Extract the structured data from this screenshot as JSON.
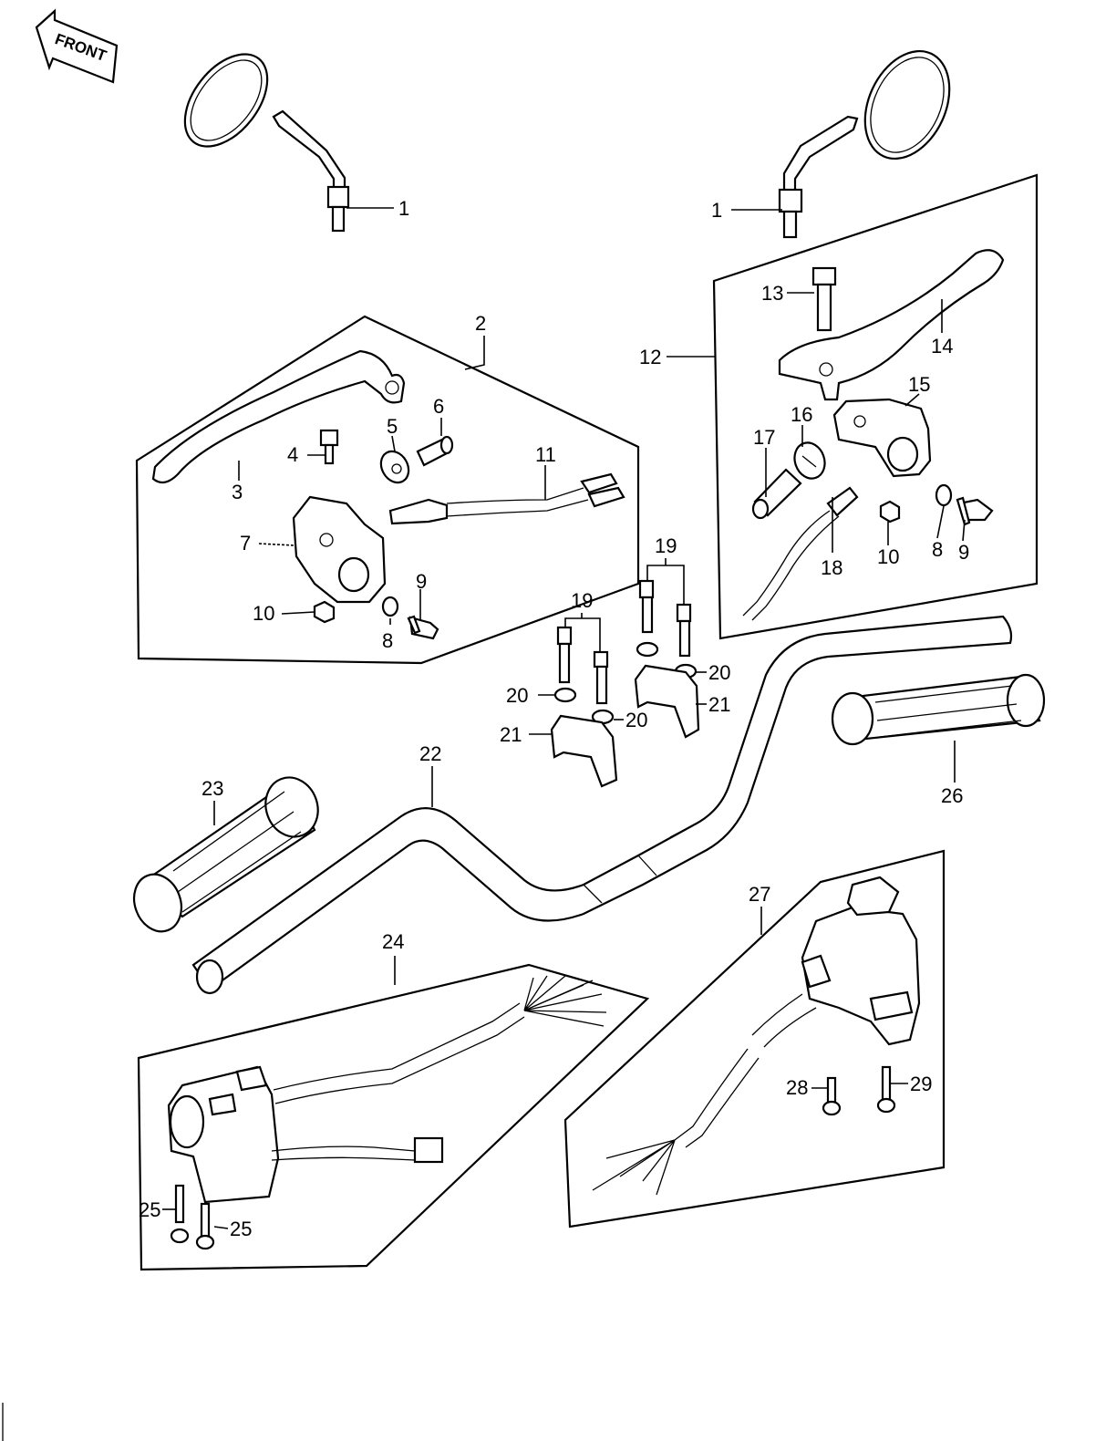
{
  "front_badge": "FRONT",
  "callouts": [
    {
      "id": "c1a",
      "text": "1"
    },
    {
      "id": "c1b",
      "text": "1"
    },
    {
      "id": "c2",
      "text": "2"
    },
    {
      "id": "c3",
      "text": "3"
    },
    {
      "id": "c4",
      "text": "4"
    },
    {
      "id": "c5",
      "text": "5"
    },
    {
      "id": "c6",
      "text": "6"
    },
    {
      "id": "c7",
      "text": "7"
    },
    {
      "id": "c8a",
      "text": "8"
    },
    {
      "id": "c8b",
      "text": "8"
    },
    {
      "id": "c9a",
      "text": "9"
    },
    {
      "id": "c9b",
      "text": "9"
    },
    {
      "id": "c10a",
      "text": "10"
    },
    {
      "id": "c10b",
      "text": "10"
    },
    {
      "id": "c11",
      "text": "11"
    },
    {
      "id": "c12",
      "text": "12"
    },
    {
      "id": "c13",
      "text": "13"
    },
    {
      "id": "c14",
      "text": "14"
    },
    {
      "id": "c15",
      "text": "15"
    },
    {
      "id": "c16",
      "text": "16"
    },
    {
      "id": "c17",
      "text": "17"
    },
    {
      "id": "c18",
      "text": "18"
    },
    {
      "id": "c19a",
      "text": "19"
    },
    {
      "id": "c19b",
      "text": "19"
    },
    {
      "id": "c20a",
      "text": "20"
    },
    {
      "id": "c20b",
      "text": "20"
    },
    {
      "id": "c20c",
      "text": "20"
    },
    {
      "id": "c21a",
      "text": "21"
    },
    {
      "id": "c21b",
      "text": "21"
    },
    {
      "id": "c22",
      "text": "22"
    },
    {
      "id": "c23",
      "text": "23"
    },
    {
      "id": "c24",
      "text": "24"
    },
    {
      "id": "c25a",
      "text": "25"
    },
    {
      "id": "c25b",
      "text": "25"
    },
    {
      "id": "c26",
      "text": "26"
    },
    {
      "id": "c27",
      "text": "27"
    },
    {
      "id": "c28",
      "text": "28"
    },
    {
      "id": "c29",
      "text": "29"
    }
  ]
}
